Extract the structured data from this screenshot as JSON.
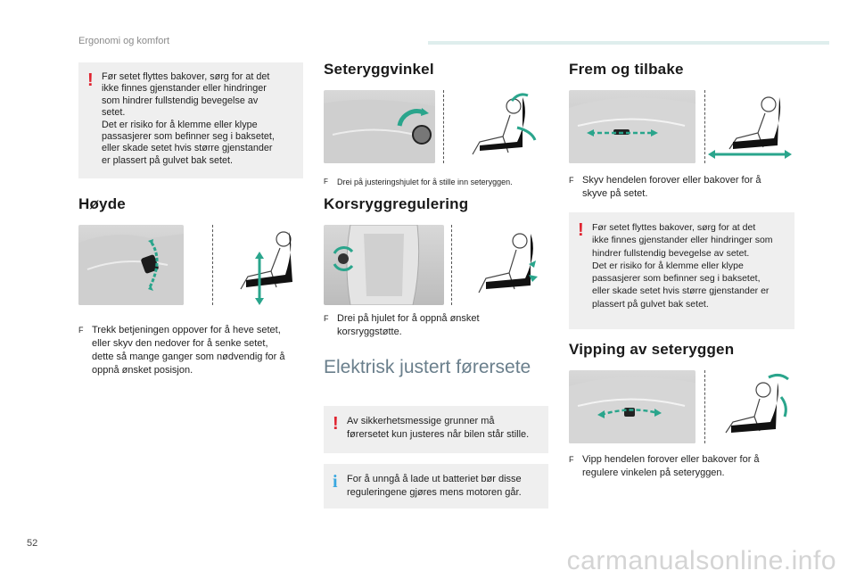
{
  "header": {
    "title": "Ergonomi og komfort"
  },
  "page_number": "52",
  "watermark": "carmanualsonline.info",
  "colors": {
    "warning": "#e0232f",
    "info": "#3aa8e0",
    "accent_arrow": "#2aa58c",
    "header_bar": "#dfeeed"
  },
  "left": {
    "warning_box": "Før setet flyttes bakover, sørg for at det\nikke finnes gjenstander eller hindringer\nsom hindrer fullstendig bevegelse av\nsetet.\nDet er risiko for å klemme eller klype\npassasjerer som befinner seg i baksetet,\neller skade setet hvis større gjenstander\ner plassert på gulvet bak setet.",
    "hoyde_title": "Høyde",
    "hoyde_bullet": "Trekk betjeningen oppover for å heve setet,\neller skyv den nedover for å senke setet,\ndette så mange ganger som nødvendig for å\noppnå ønsket posisjon."
  },
  "middle": {
    "seteryggvinkel_title": "Seteryggvinkel",
    "seteryggvinkel_bullet": "Drei på justeringshjulet for å stille inn seteryggen.",
    "korsrygg_title": "Korsryggregulering",
    "korsrygg_bullet": "Drei på hjulet for å oppnå ønsket\nkorsryggstøtte.",
    "elektrisk_title": "Elektrisk justert førersete",
    "elektrisk_warning": "Av sikkerhetsmessige grunner må\nførersetet kun justeres når bilen står stille.",
    "elektrisk_info": "For å unngå å lade ut batteriet bør disse\nreguleringene gjøres mens motoren går."
  },
  "right": {
    "frem_title": "Frem og tilbake",
    "frem_bullet": "Skyv hendelen forover eller bakover for å\nskyve på setet.",
    "frem_warning": "Før setet flyttes bakover, sørg for at det\nikke finnes gjenstander eller hindringer som\nhindrer fullstendig bevegelse av setet.\nDet er risiko for å klemme eller klype\npassasjerer som befinner seg i baksetet,\neller skade setet hvis større gjenstander er\nplassert på gulvet bak setet.",
    "vipping_title": "Vipping av seteryggen",
    "vipping_bullet": "Vipp hendelen forover eller bakover for å\nregulere vinkelen på seteryggen."
  },
  "bullet_glyph": "F"
}
